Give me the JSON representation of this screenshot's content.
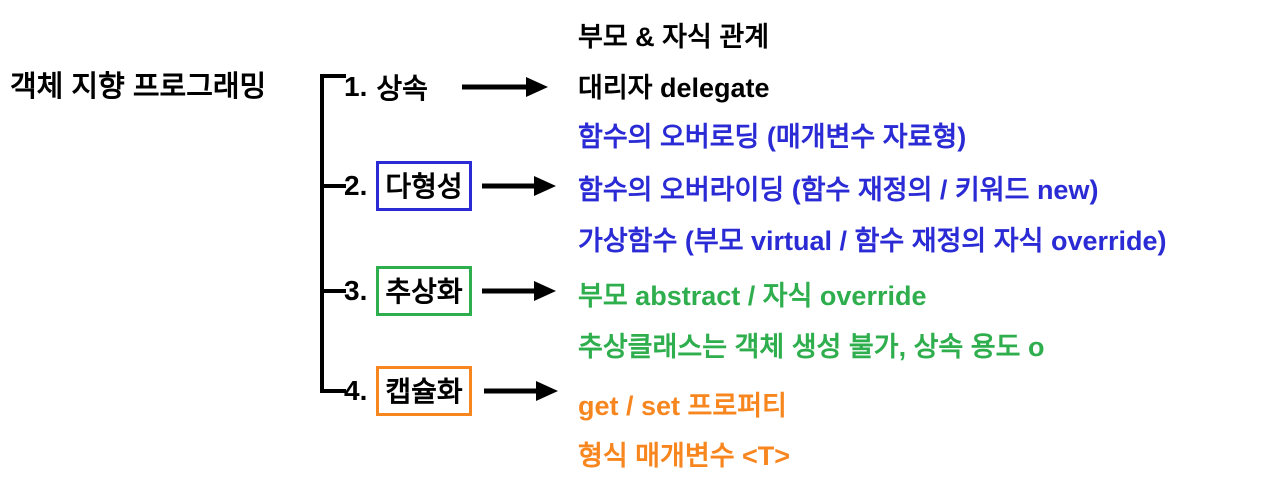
{
  "title": "객체 지향 프로그래밍",
  "colors": {
    "black": "#000000",
    "blue": "#2b2bd5",
    "green": "#2fae4e",
    "orange": "#f8861f"
  },
  "branches": [
    {
      "number": "1.",
      "label": "상속",
      "boxed": false,
      "box_color": "black",
      "outputs": [
        {
          "text": "부모 & 자식 관계",
          "color": "black"
        },
        {
          "text": "대리자 delegate",
          "color": "black"
        }
      ]
    },
    {
      "number": "2.",
      "label": "다형성",
      "boxed": true,
      "box_color": "blue",
      "outputs": [
        {
          "text": "함수의 오버로딩 (매개변수 자료형)",
          "color": "blue"
        },
        {
          "text": "함수의 오버라이딩 (함수 재정의 / 키워드 new)",
          "color": "blue"
        },
        {
          "text": "가상함수 (부모 virtual / 함수 재정의 자식 override)",
          "color": "blue"
        }
      ]
    },
    {
      "number": "3.",
      "label": "추상화",
      "boxed": true,
      "box_color": "green",
      "outputs": [
        {
          "text": "부모 abstract / 자식 override",
          "color": "green"
        },
        {
          "text": "추상클래스는 객체 생성 불가, 상속 용도 o",
          "color": "green"
        }
      ]
    },
    {
      "number": "4.",
      "label": "캡슐화",
      "boxed": true,
      "box_color": "orange",
      "outputs": [
        {
          "text": "get / set 프로퍼티",
          "color": "orange"
        },
        {
          "text": "형식 매개변수 <T>",
          "color": "orange"
        }
      ]
    }
  ]
}
